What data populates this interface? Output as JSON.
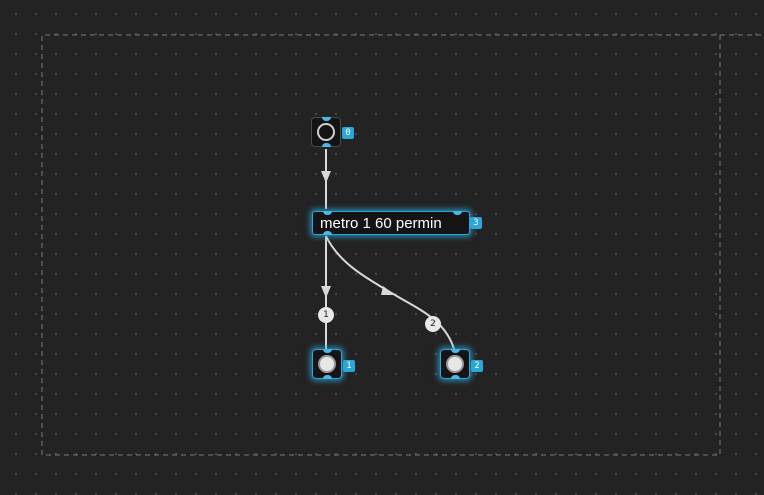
{
  "patch": {
    "nodes": {
      "button_top": {
        "badge": "0",
        "selected": false
      },
      "metro": {
        "label": "metro 1 60 permin",
        "badge": "3",
        "selected": true
      },
      "button_left": {
        "badge": "1",
        "selected": true
      },
      "button_right": {
        "badge": "2",
        "selected": true
      }
    },
    "connections": [
      {
        "from": "button_top",
        "to": "metro",
        "label": ""
      },
      {
        "from": "metro",
        "to": "button_left",
        "label": "1"
      },
      {
        "from": "metro",
        "to": "button_right",
        "label": "2"
      }
    ]
  },
  "colors": {
    "background": "#232323",
    "grid_dot": "#4a4a4a",
    "selection_accent": "#2aa6d8",
    "cord": "#d8d8d8",
    "boundary": "#7a7a7a"
  }
}
